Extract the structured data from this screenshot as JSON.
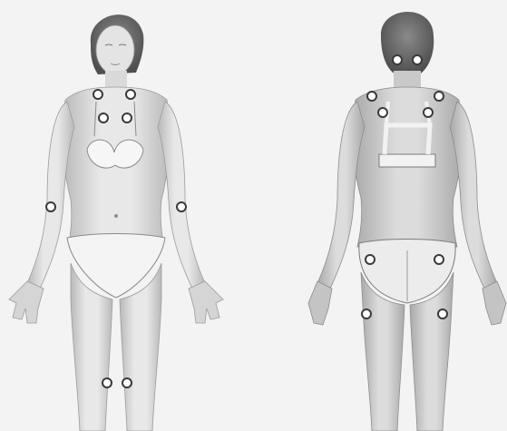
{
  "figure": {
    "description_views": [
      "front",
      "back"
    ],
    "background_text_lines": [
      "...",
      "...",
      "...",
      "...",
      "...",
      "...",
      "...",
      "...",
      "...",
      "...",
      "...",
      "...",
      "...",
      "..."
    ]
  },
  "colors": {
    "skin_light": "#e9e9e9",
    "skin_mid": "#cfcfcf",
    "skin_shadow": "#a8a8a8",
    "hair": "#6e6e6e",
    "marker_fill": "#ffffff",
    "marker_stroke": "#3a3a3a"
  },
  "tender_points": {
    "front": [
      "upper-chest-left",
      "upper-chest-right",
      "second-rib-left",
      "second-rib-right",
      "lateral-elbow-left",
      "lateral-elbow-right",
      "knee-left",
      "knee-right"
    ],
    "back": [
      "occiput-left",
      "occiput-right",
      "trapezius-left",
      "trapezius-right",
      "supraspinatus-left",
      "supraspinatus-right",
      "gluteal-left",
      "gluteal-right",
      "greater-trochanter-left",
      "greater-trochanter-right"
    ]
  }
}
